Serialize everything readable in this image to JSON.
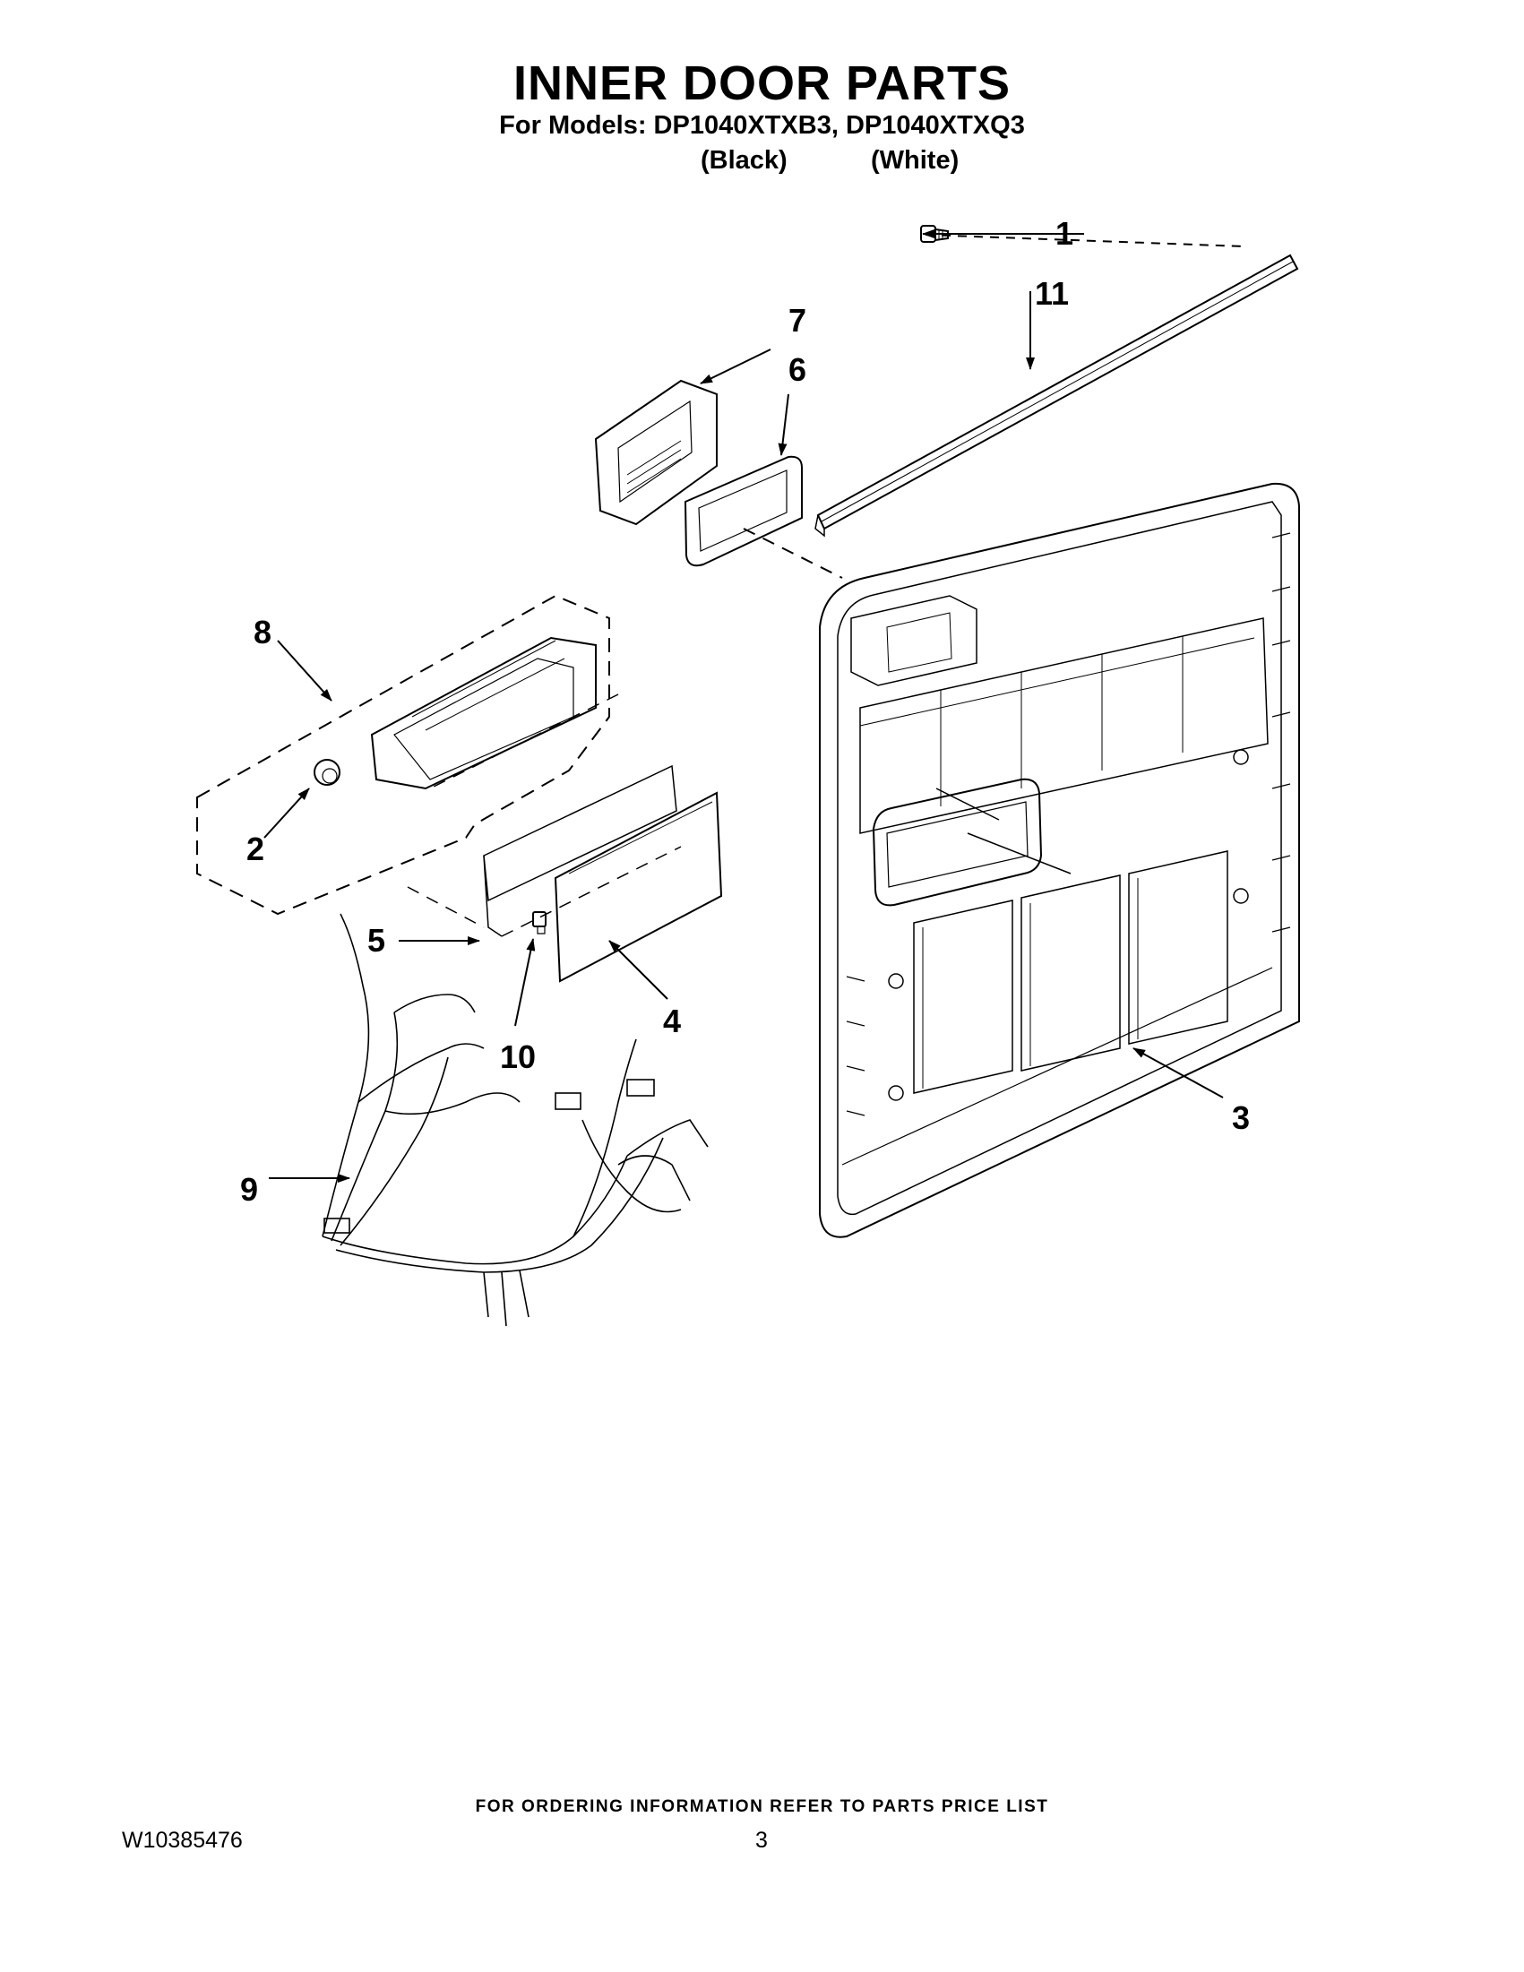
{
  "header": {
    "title": "INNER DOOR PARTS",
    "models": "For Models: DP1040XTXB3, DP1040XTXQ3",
    "variant_1": "(Black)",
    "variant_2": "(White)"
  },
  "callouts": [
    "1",
    "2",
    "3",
    "4",
    "5",
    "6",
    "7",
    "8",
    "9",
    "10",
    "11"
  ],
  "footer": {
    "note": "FOR ORDERING INFORMATION REFER TO PARTS PRICE LIST",
    "doc_number": "W10385476",
    "page": "3"
  }
}
